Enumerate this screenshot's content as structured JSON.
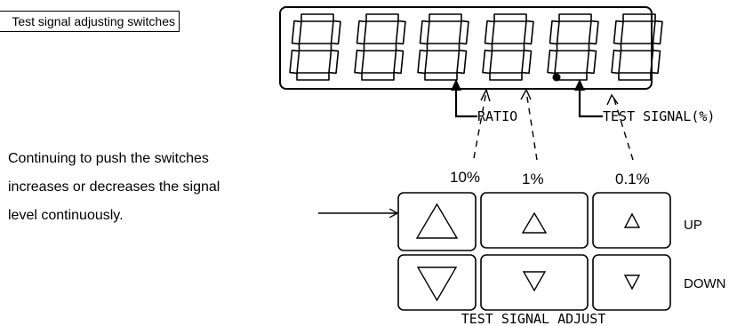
{
  "caption": "Test signal adjusting switches",
  "description": [
    "Continuing to push the switches",
    "increases or decreases the signal",
    "level continuously."
  ],
  "labels": {
    "ratio": "RATIO",
    "test_signal": "TEST SIGNAL(%)",
    "step_10": "10%",
    "step_1": "1%",
    "step_01": "0.1%",
    "up": "UP",
    "down": "DOWN",
    "adjust": "TEST SIGNAL ADJUST"
  },
  "display": {
    "digit_count": 6,
    "decimal_point_after_digit": 5
  },
  "icons": {
    "up": "up-triangle-icon",
    "down": "down-triangle-icon"
  }
}
